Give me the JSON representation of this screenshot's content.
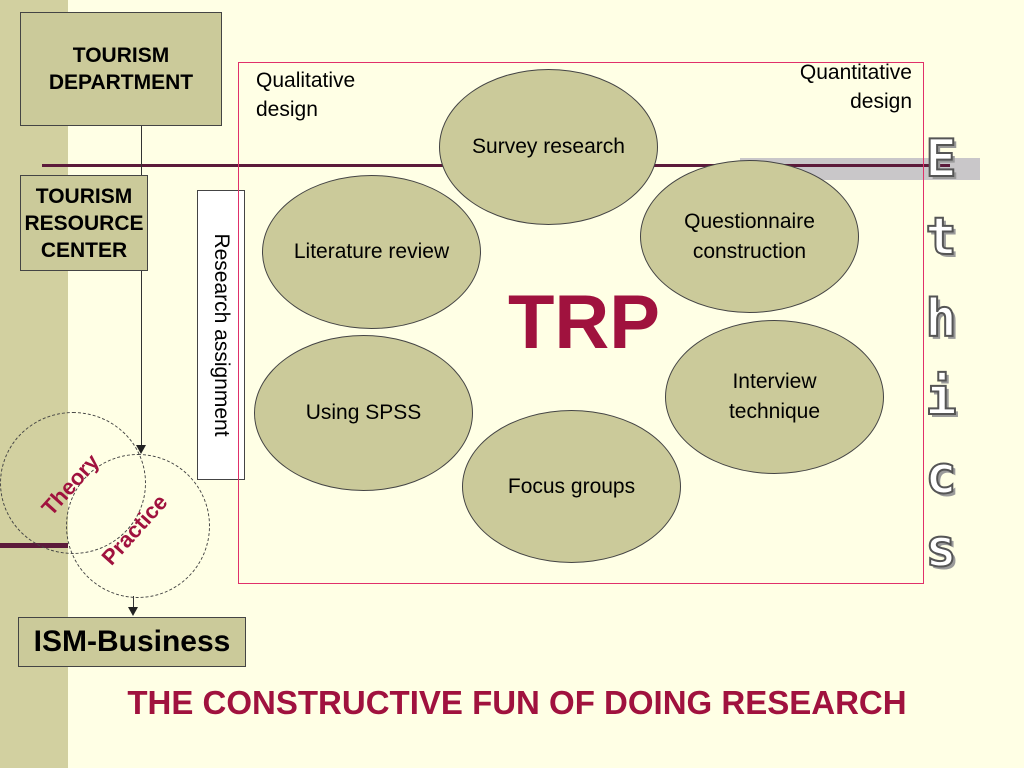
{
  "boxes": {
    "tourism_department": "TOURISM\nDEPARTMENT",
    "tourism_resource_center": "TOURISM\nRESOURCE\nCENTER",
    "ism_business": "ISM-Business"
  },
  "research_assignment": "Research assignment",
  "frame_labels": {
    "qualitative": "Qualitative\ndesign",
    "quantitative": "Quantitative\ndesign"
  },
  "center_label": "TRP",
  "ellipses": [
    "Survey research",
    "Literature review",
    "Questionnaire\nconstruction",
    "Interview\ntechnique",
    "Using SPSS",
    "Focus groups"
  ],
  "ethics": [
    "E",
    "t",
    "h",
    "i",
    "c",
    "s"
  ],
  "venn": {
    "theory": "Theory",
    "practice": "Practice"
  },
  "footer": "THE CONSTRUCTIVE FUN OF DOING RESEARCH",
  "colors": {
    "accent": "#a0123e",
    "shape_fill": "#cbca9a",
    "background": "#ffffe5",
    "frame": "#e0306a"
  }
}
